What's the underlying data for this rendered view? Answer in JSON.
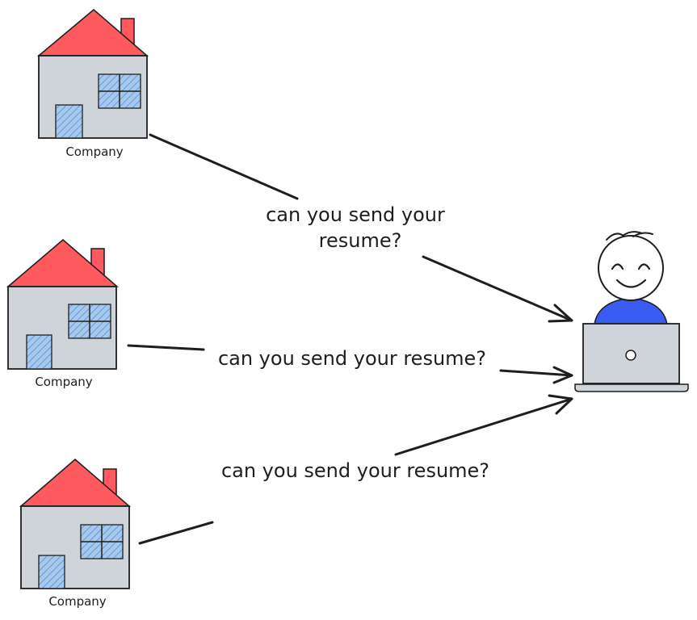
{
  "companies": [
    {
      "label": "Company"
    },
    {
      "label": "Company"
    },
    {
      "label": "Company"
    }
  ],
  "messages": [
    {
      "line1": "can you send your",
      "line2": "resume?"
    },
    {
      "text": "can you send your resume?"
    },
    {
      "text": "can you send your resume?"
    }
  ],
  "colors": {
    "roof": "#ff5a5f",
    "house_wall": "#cfd3da",
    "window_fill": "#a5c8ec",
    "person_shirt": "#3a5cf0",
    "laptop": "#cfd3da",
    "ink": "#1e1e1e"
  },
  "icons": [
    "house-icon",
    "person-icon",
    "laptop-icon",
    "arrow-icon"
  ]
}
